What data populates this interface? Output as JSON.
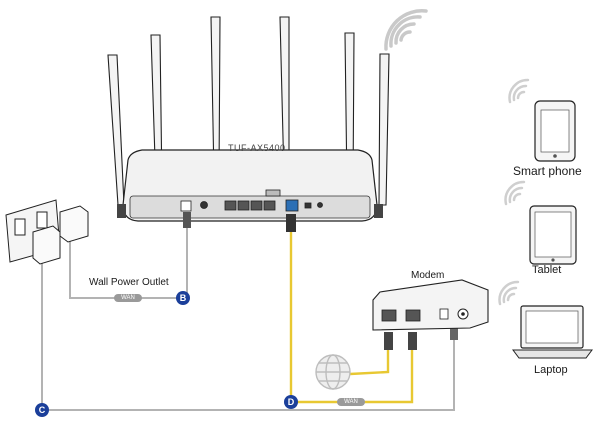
{
  "diagram": {
    "router": {
      "model_label": "TUF-AX5400"
    },
    "outlet": {
      "label": "Wall Power Outlet"
    },
    "modem": {
      "label": "Modem"
    },
    "devices": [
      {
        "label": "Smart phone"
      },
      {
        "label": "Tablet"
      },
      {
        "label": "Laptop"
      }
    ],
    "markers": {
      "b": "B",
      "c": "C",
      "d": "D"
    },
    "cable_tags": {
      "power": "WAN",
      "wan": "WAN"
    },
    "colors": {
      "router_body": "#f2f2f2",
      "outline": "#222222",
      "ethernet_cable": "#e8c832",
      "power_cable": "#9a9a9a",
      "marker": "#1b3f9a",
      "wifi_wave": "#c9c9c9"
    },
    "icons": [
      "router-icon",
      "antenna-icon",
      "wifi-waves-icon",
      "power-adapter-icon",
      "wall-outlet-icon",
      "modem-icon",
      "globe-icon",
      "smartphone-icon",
      "tablet-icon",
      "laptop-icon"
    ]
  }
}
